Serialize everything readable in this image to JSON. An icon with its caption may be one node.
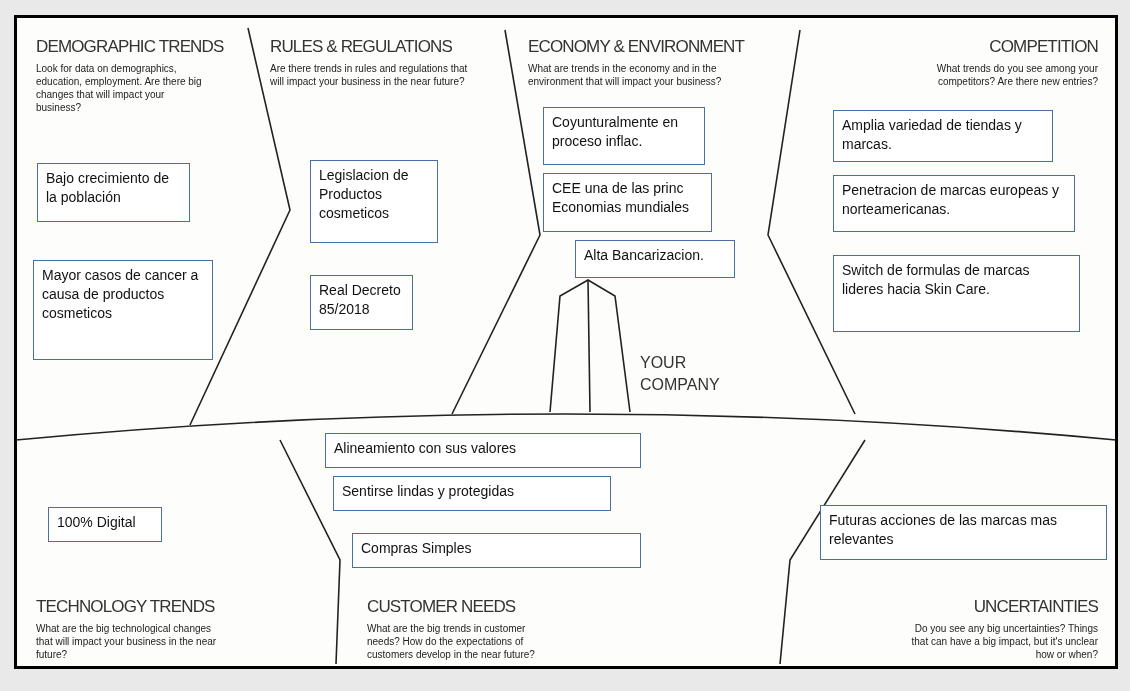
{
  "diagram": {
    "nodes": [
      {
        "text": [
          "Bajo crecimiento de la población"
        ]
      },
      {
        "text": [
          "Mayor casos de cancer a causa de productos cosmeticos"
        ]
      },
      {
        "text": [
          "Legislacion de Productos cosmeticos"
        ]
      },
      {
        "text": [
          "Real Decreto 85/2018"
        ]
      },
      {
        "text": [
          "Coyunturalmente en proceso inflac."
        ]
      },
      {
        "text": [
          "CEE una de las princ Economias mundiales"
        ]
      },
      {
        "text": [
          "Alta Bancarizacion."
        ]
      },
      {
        "text": [
          "Amplia variedad de tiendas y marcas."
        ]
      },
      {
        "text": [
          "Penetracion de marcas europeas y norteamericanas."
        ]
      },
      {
        "text": [
          "Switch de formulas de marcas lideres hacia Skin Care."
        ]
      },
      {
        "text": [
          "100% Digital"
        ]
      },
      {
        "text": [
          "Alineamiento con sus valores"
        ]
      },
      {
        "text": [
          "Sentirse lindas y protegidas"
        ]
      },
      {
        "text": [
          "Compras Simples"
        ]
      },
      {
        "text": [
          "Futuras acciones de las marcas mas relevantes"
        ]
      }
    ],
    "labels": [
      "DEMOGRAPHIC TRENDS",
      "Look for data on demographics, education, employment. Are there big changes that will impact your business?",
      "RULES & REGULATIONS",
      "Are there trends in rules and regulations that will impact your business in the near future?",
      "ECONOMY & ENVIRONMENT",
      "What are trends in the economy and in the environment that will impact your business?",
      "COMPETITION",
      "What trends do you see among your competitors? Are there new entries?",
      "YOUR COMPANY",
      "TECHNOLOGY TRENDS",
      "What are the big technological changes that will impact your business in the near future?",
      "CUSTOMER NEEDS",
      "What are the big trends in customer needs? How do the expectations of customers develop in the near future?",
      "UNCERTAINTIES",
      "Do you see any big uncertainties? Things that can have a big impact, but it's unclear how or when?"
    ]
  }
}
